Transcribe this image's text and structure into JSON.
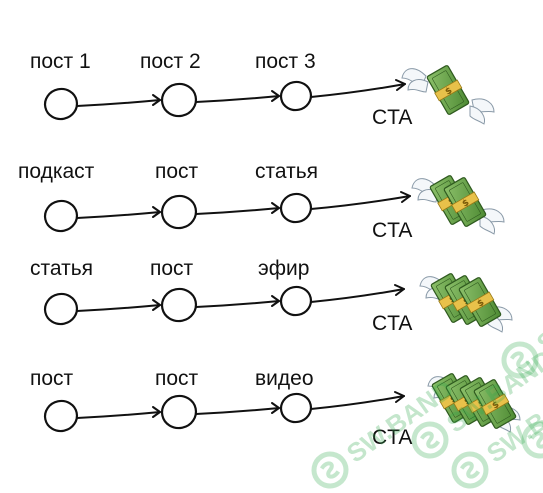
{
  "colors": {
    "ink": "#111111",
    "money_green": "#6da34d",
    "money_band": "#e8c14a",
    "watermark": "#2fa84a"
  },
  "rows": [
    {
      "labels": [
        "пост 1",
        "пост 2",
        "пост 3"
      ],
      "cta": "CTA",
      "reward_icon": "flying-money-icon",
      "bill_count": 1
    },
    {
      "labels": [
        "подкаст",
        "пост",
        "статья"
      ],
      "cta": "CTA",
      "reward_icon": "flying-money-icon",
      "bill_count": 2
    },
    {
      "labels": [
        "статья",
        "пост",
        "эфир"
      ],
      "cta": "CTA",
      "reward_icon": "flying-money-icon",
      "bill_count": 3
    },
    {
      "labels": [
        "пост",
        "пост",
        "видео"
      ],
      "cta": "CTA",
      "reward_icon": "flying-money-icon",
      "bill_count": 4
    }
  ],
  "watermark": {
    "text": "SW.BAND",
    "icon": "sw-band-logo-icon"
  }
}
